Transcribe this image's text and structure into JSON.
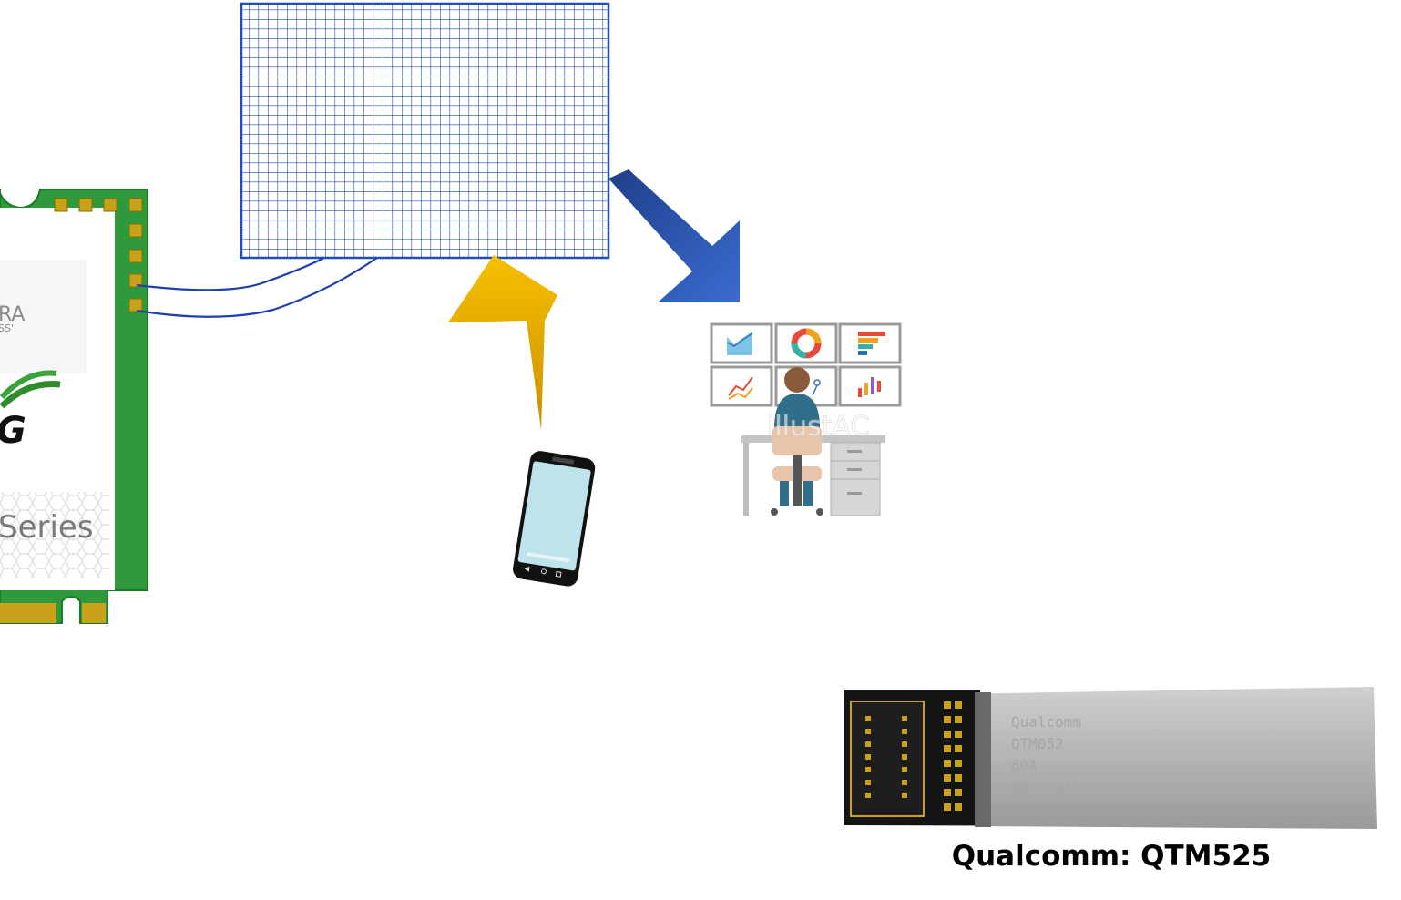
{
  "module_card": {
    "brand_fragment": "RA",
    "brand_sub_fragment": "SS'",
    "logo_fragment": "G",
    "series_fragment": "Series",
    "pcb_color": "#2f9a3c",
    "pad_color": "#c8a21a"
  },
  "antenna_array": {
    "grid_color": "#1f4fb0"
  },
  "arrows": {
    "uplink_color": "#e8b400",
    "downlink_color": "#2a58b0"
  },
  "analyst": {
    "watermark_text": "illustAC",
    "screen_icons": [
      "area-chart-icon",
      "donut-chart-icon",
      "bar-chart-icon",
      "line-chart-icon",
      "network-chart-icon",
      "candlestick-chart-icon"
    ]
  },
  "chip": {
    "marking_lines": [
      "Qualcomm",
      "QTM052",
      "60A",
      "0K827G1L"
    ],
    "caption": "Qualcomm: QTM525"
  }
}
